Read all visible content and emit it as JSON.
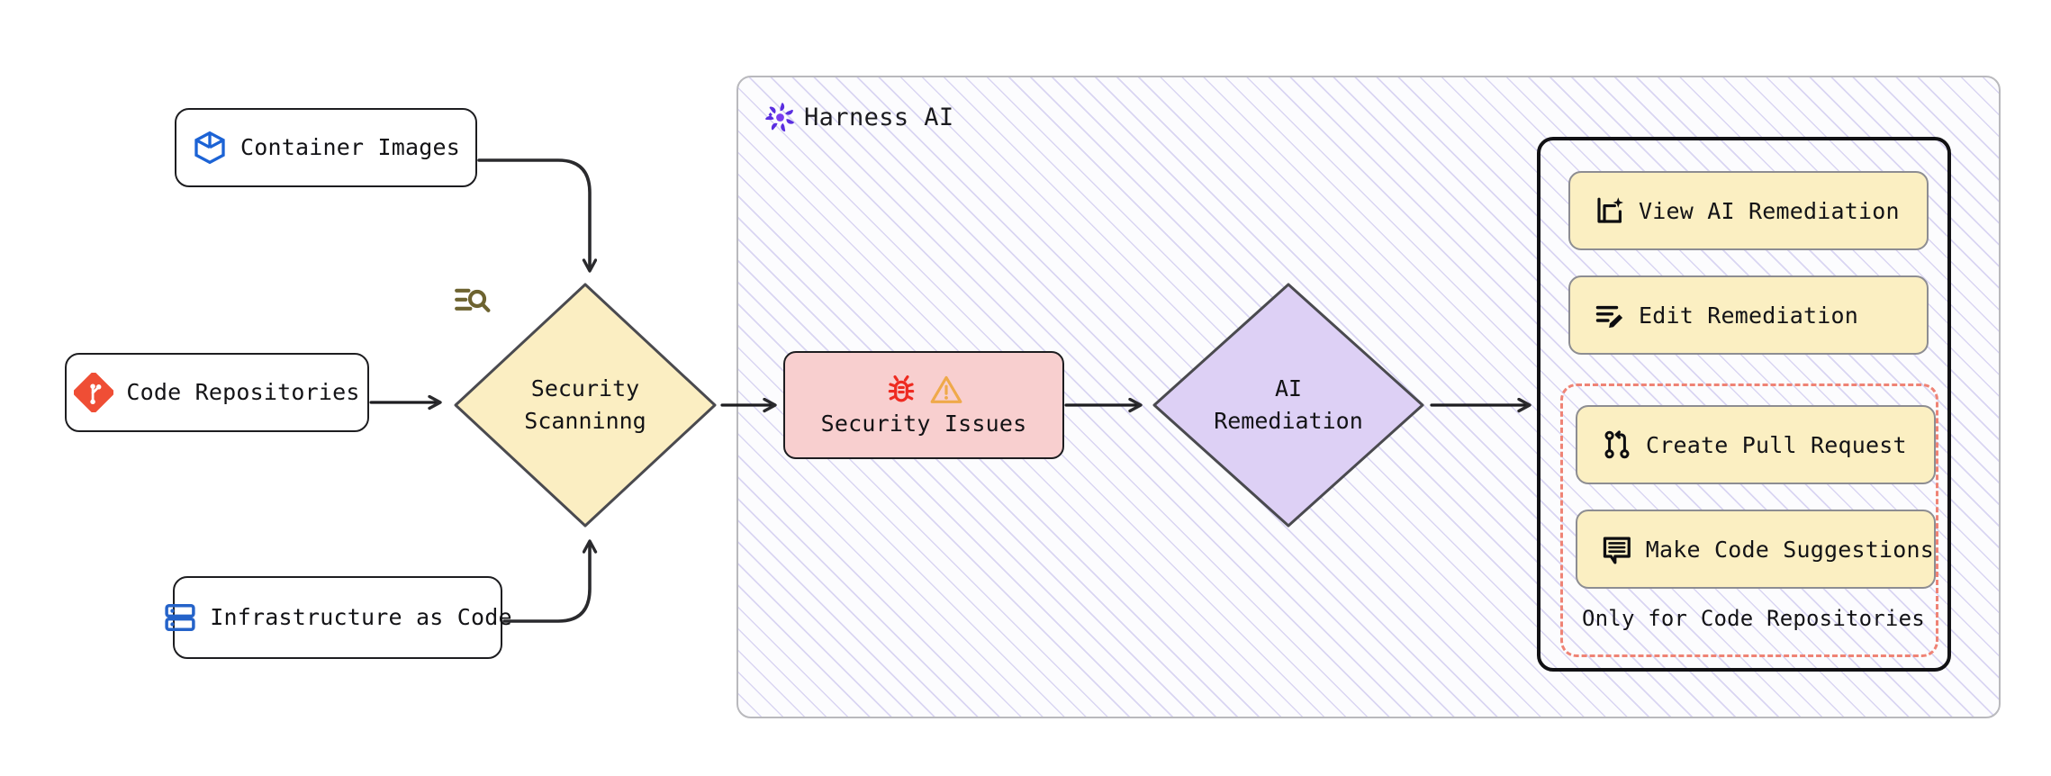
{
  "diagram": {
    "type": "flowchart",
    "direction": "left-to-right",
    "background": "#ffffff"
  },
  "sources": [
    {
      "id": "container-images",
      "label": "Container Images",
      "icon": "cube-icon",
      "icon_color": "#1c63d5"
    },
    {
      "id": "code-repositories",
      "label": "Code Repositories",
      "icon": "git-icon",
      "icon_color": "#ef4e35"
    },
    {
      "id": "infrastructure-as-code",
      "label": "Infrastructure as Code",
      "icon": "server-rack-icon",
      "icon_color": "#2563c9"
    }
  ],
  "scanning": {
    "label_line1": "Security",
    "label_line2": "Scanninng",
    "icon": "scan-search-icon",
    "fill": "#fbeec2",
    "stroke": "#4a4a4f"
  },
  "harness": {
    "title": "Harness AI",
    "logo": "harness-pinwheel-icon",
    "logo_color": "#6431e8",
    "border_color": "#b9b9bd",
    "hatch_color": "#897cd8"
  },
  "issues": {
    "label": "Security Issues",
    "icons": [
      "bug-icon",
      "warning-triangle-icon"
    ],
    "bug_color": "#ee2b21",
    "warning_color": "#efa94a",
    "fill": "#f8cfcf"
  },
  "remediation": {
    "label_line1": "AI",
    "label_line2": "Remediation",
    "fill": "#ddd0f5",
    "stroke": "#4a4a4f"
  },
  "actions": {
    "items": [
      {
        "id": "view-ai-remediation",
        "label": "View AI Remediation",
        "icon": "image-sparkle-icon"
      },
      {
        "id": "edit-remediation",
        "label": "Edit Remediation",
        "icon": "lines-pencil-icon"
      },
      {
        "id": "create-pull-request",
        "label": "Create Pull Request",
        "icon": "pull-request-icon"
      },
      {
        "id": "make-code-suggestions",
        "label": "Make Code Suggestions",
        "icon": "comment-lines-icon"
      }
    ],
    "caption": "Only for Code Repositories",
    "caption_group_border": "#ef8375",
    "button_fill": "#fbefc2",
    "button_border": "#8d8d92"
  },
  "edges": [
    {
      "from": "container-images",
      "to": "security-scanning",
      "style": "curved-arrow"
    },
    {
      "from": "code-repositories",
      "to": "security-scanning",
      "style": "straight-arrow"
    },
    {
      "from": "infrastructure-as-code",
      "to": "security-scanning",
      "style": "curved-arrow"
    },
    {
      "from": "security-scanning",
      "to": "security-issues",
      "style": "straight-arrow"
    },
    {
      "from": "security-issues",
      "to": "ai-remediation",
      "style": "straight-arrow"
    },
    {
      "from": "ai-remediation",
      "to": "actions-group",
      "style": "straight-arrow"
    }
  ]
}
